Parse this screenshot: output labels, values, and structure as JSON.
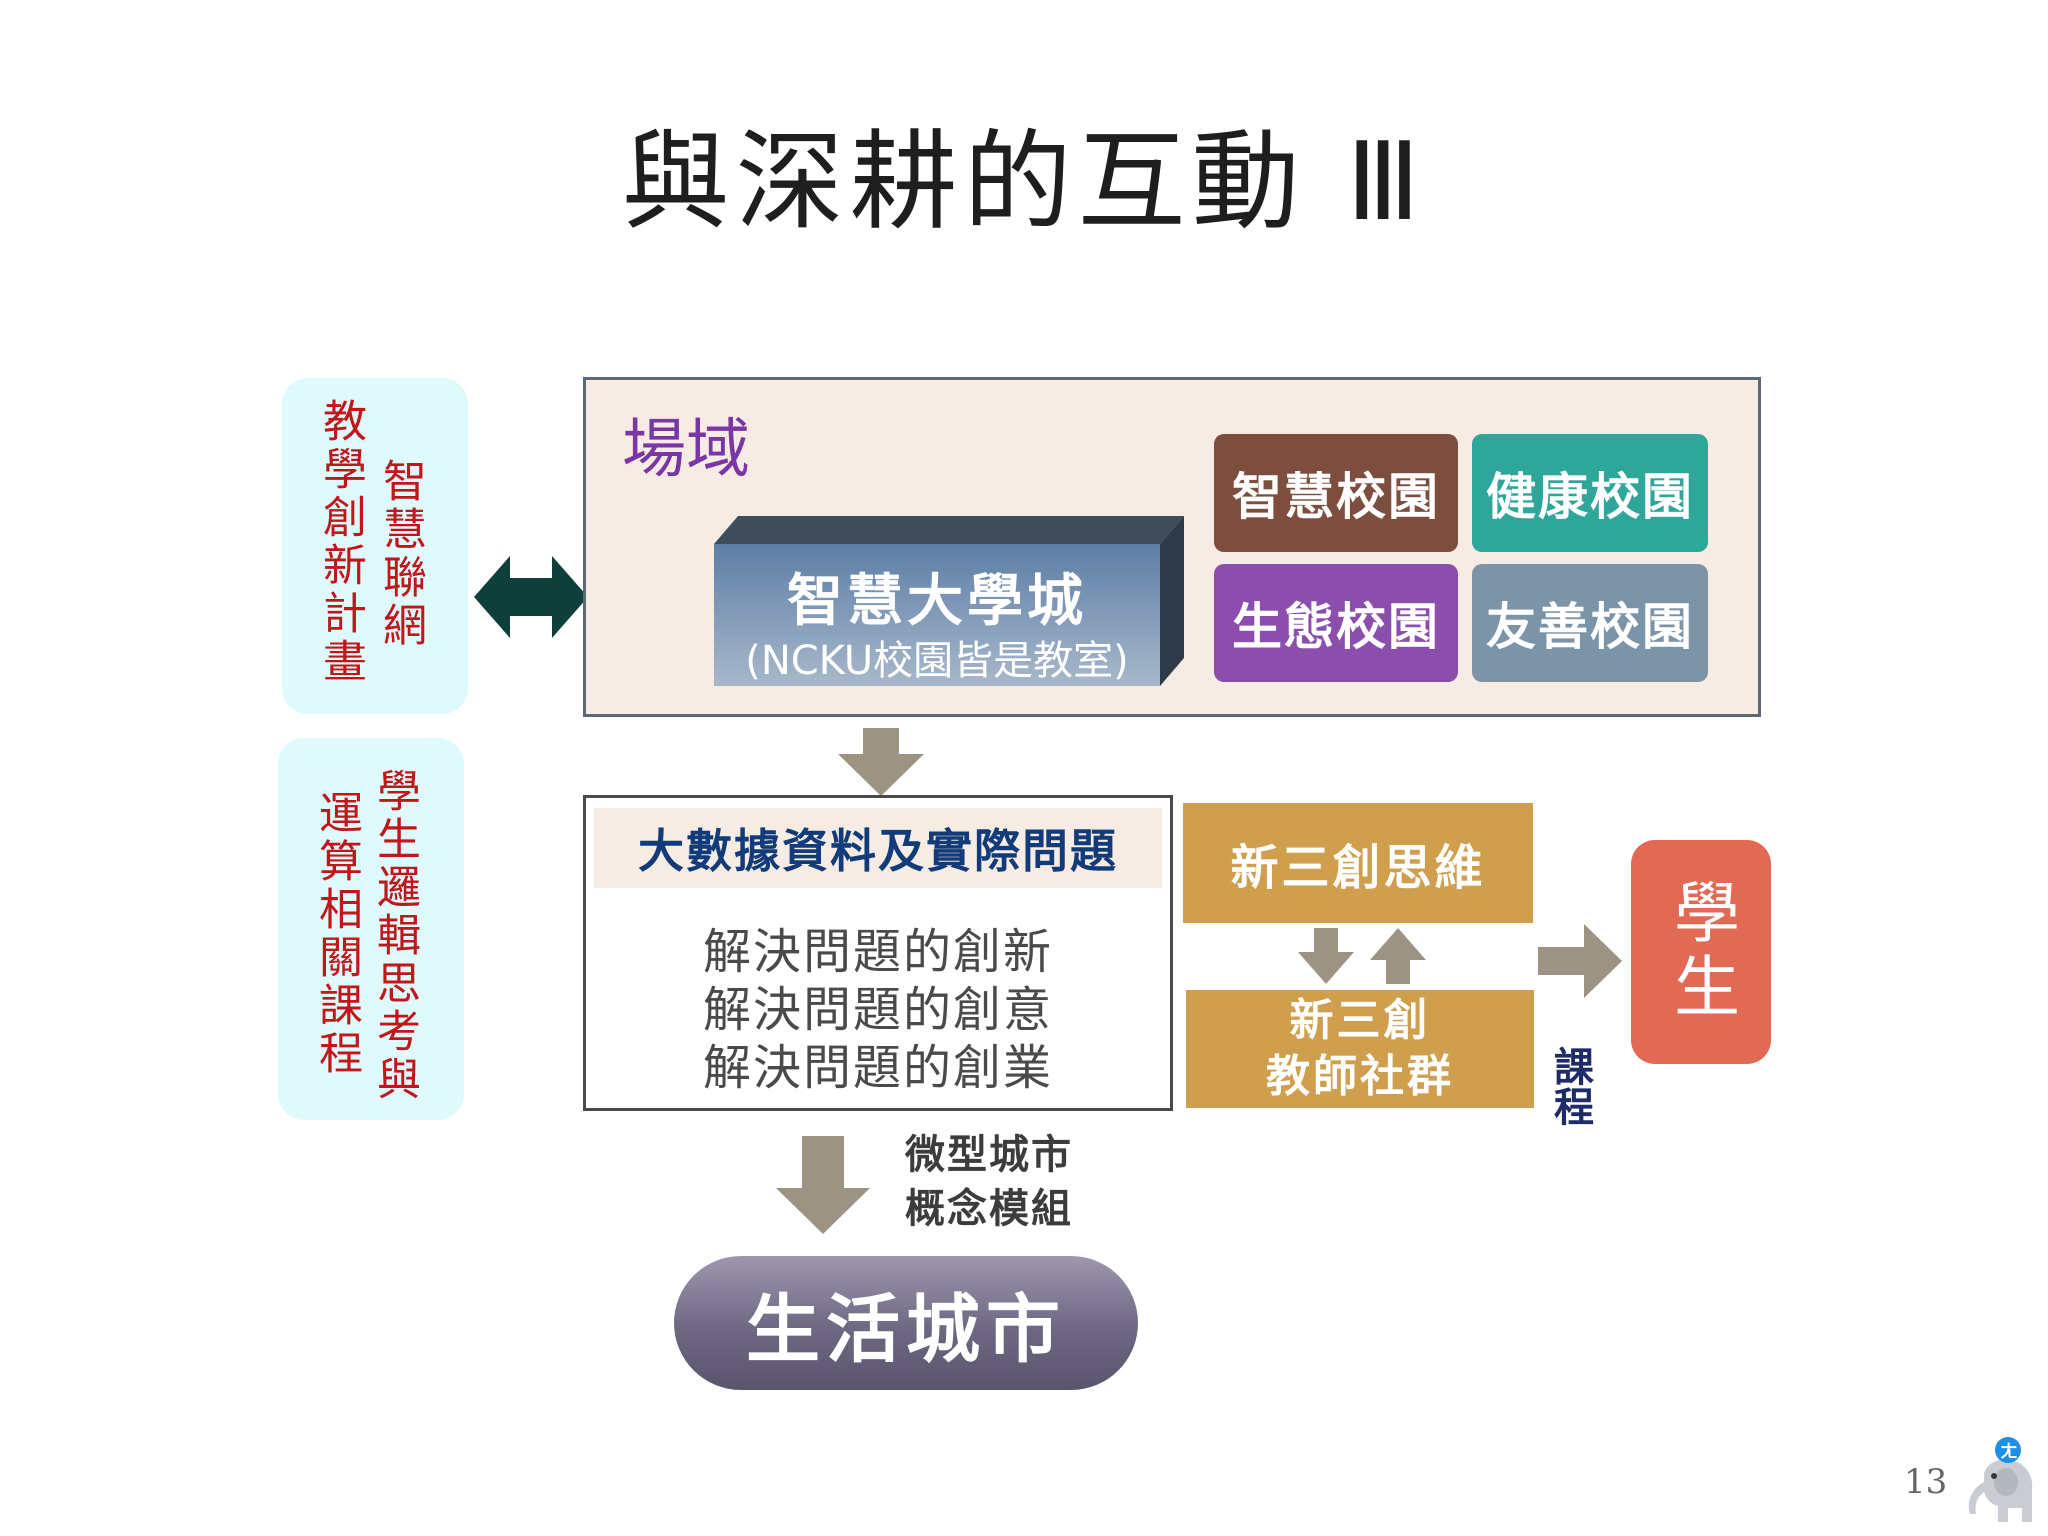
{
  "title": "與深耕的互動 Ⅲ",
  "left_panels": {
    "top": {
      "col_left": "教學創新計畫",
      "col_right": "智慧聯網"
    },
    "bottom": {
      "col_left": "運算相關課程",
      "col_right": "學生邏輯思考與"
    }
  },
  "field": {
    "label": "場域",
    "smart_city": {
      "title": "智慧大學城",
      "subtitle": "(NCKU校園皆是教室)"
    },
    "campuses": [
      {
        "label": "智慧校園",
        "color": "#7d4e3e"
      },
      {
        "label": "健康校園",
        "color": "#2fa69a"
      },
      {
        "label": "生態校園",
        "color": "#8b4eac"
      },
      {
        "label": "友善校園",
        "color": "#7c94a7"
      }
    ]
  },
  "bigdata": {
    "header": "大數據資料及實際問題",
    "lines": [
      "解決問題的創新",
      "解決問題的創意",
      "解決問題的創業"
    ]
  },
  "new_three": {
    "thinking": "新三創思維",
    "community_line1": "新三創",
    "community_line2": "教師社群"
  },
  "course_label": "課程",
  "student": "學生",
  "micro_city": {
    "line1": "微型城市",
    "line2": "概念模組"
  },
  "living_city": "生活城市",
  "page_number": "13",
  "mascot_badge": "ㄤ",
  "colors": {
    "arrow_gray": "#9c9382",
    "double_arrow": "#0f3f3b",
    "gold": "#d09f4e",
    "student_red": "#e26a55"
  }
}
